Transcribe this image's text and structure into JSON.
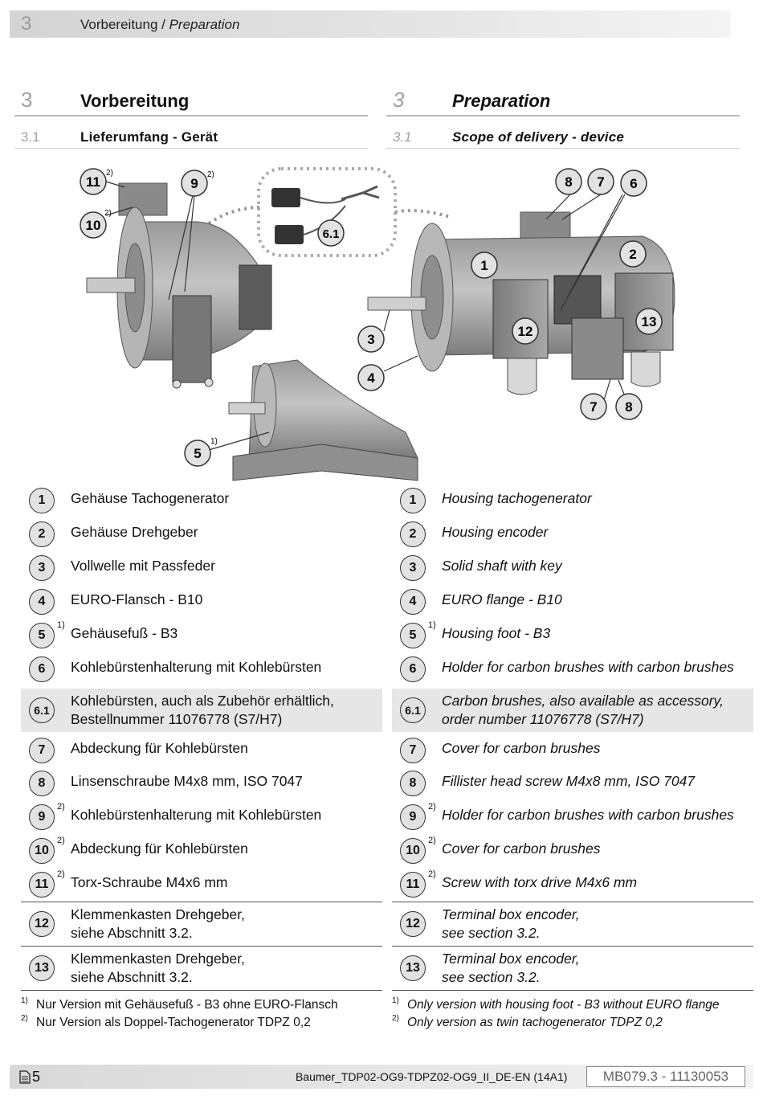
{
  "header": {
    "num": "3",
    "title_de": "Vorbereitung",
    "sep": " / ",
    "title_en": "Preparation"
  },
  "de": {
    "section_num": "3",
    "section_title": "Vorbereitung",
    "sub_num": "3.1",
    "sub_title": "Lieferumfang - Gerät",
    "items": [
      {
        "badge": "1",
        "sup": "",
        "text": "Gehäuse Tachogenerator"
      },
      {
        "badge": "2",
        "sup": "",
        "text": "Gehäuse Drehgeber"
      },
      {
        "badge": "3",
        "sup": "",
        "text": "Vollwelle mit Passfeder"
      },
      {
        "badge": "4",
        "sup": "",
        "text": "EURO-Flansch - B10"
      },
      {
        "badge": "5",
        "sup": "1)",
        "text": "Gehäusefuß - B3"
      },
      {
        "badge": "6",
        "sup": "",
        "text": "Kohlebürstenhalterung mit Kohlebürsten"
      },
      {
        "badge": "6.1",
        "sup": "",
        "text": "Kohlebürsten, auch als Zubehör erhältlich,",
        "text2": "Bestellnummer 11076778 (S7/H7)"
      },
      {
        "badge": "7",
        "sup": "",
        "text": "Abdeckung für Kohlebürsten"
      },
      {
        "badge": "8",
        "sup": "",
        "text": "Linsenschraube M4x8 mm, ISO 7047"
      },
      {
        "badge": "9",
        "sup": "2)",
        "text": "Kohlebürstenhalterung mit Kohlebürsten"
      },
      {
        "badge": "10",
        "sup": "2)",
        "text": "Abdeckung für Kohlebürsten"
      },
      {
        "badge": "11",
        "sup": "2)",
        "text": "Torx-Schraube M4x6 mm"
      },
      {
        "badge": "12",
        "sup": "",
        "text": "Klemmenkasten Drehgeber,",
        "text2": "siehe Abschnitt 3.2."
      },
      {
        "badge": "13",
        "sup": "",
        "text": "Klemmenkasten Drehgeber,",
        "text2": "siehe Abschnitt 3.2."
      }
    ],
    "notes": [
      {
        "sup": "1)",
        "text": "Nur Version mit Gehäusefuß - B3 ohne EURO-Flansch"
      },
      {
        "sup": "2)",
        "text": "Nur Version als Doppel-Tachogenerator TDPZ 0,2"
      }
    ]
  },
  "en": {
    "section_num": "3",
    "section_title": "Preparation",
    "sub_num": "3.1",
    "sub_title": "Scope of delivery - device",
    "items": [
      {
        "badge": "1",
        "sup": "",
        "text": "Housing tachogenerator"
      },
      {
        "badge": "2",
        "sup": "",
        "text": "Housing encoder"
      },
      {
        "badge": "3",
        "sup": "",
        "text": "Solid shaft with key"
      },
      {
        "badge": "4",
        "sup": "",
        "text": "EURO flange - B10"
      },
      {
        "badge": "5",
        "sup": "1)",
        "text": "Housing foot - B3"
      },
      {
        "badge": "6",
        "sup": "",
        "text": "Holder for carbon brushes with carbon brushes"
      },
      {
        "badge": "6.1",
        "sup": "",
        "text": "Carbon brushes, also available as accessory,",
        "text2": "order number 11076778 (S7/H7)"
      },
      {
        "badge": "7",
        "sup": "",
        "text": "Cover for carbon brushes"
      },
      {
        "badge": "8",
        "sup": "",
        "text": "Fillister head screw M4x8 mm, ISO 7047"
      },
      {
        "badge": "9",
        "sup": "2)",
        "text": "Holder for carbon brushes with carbon brushes"
      },
      {
        "badge": "10",
        "sup": "2)",
        "text": "Cover for carbon brushes"
      },
      {
        "badge": "11",
        "sup": "2)",
        "text": "Screw with torx drive M4x6 mm"
      },
      {
        "badge": "12",
        "sup": "",
        "text": "Terminal box encoder,",
        "text2": "see section 3.2."
      },
      {
        "badge": "13",
        "sup": "",
        "text": "Terminal box encoder,",
        "text2": "see section 3.2."
      }
    ],
    "notes": [
      {
        "sup": "1)",
        "text": "Only version with housing foot - B3 without EURO flange"
      },
      {
        "sup": "2)",
        "text": "Only version as twin tachogenerator TDPZ 0,2"
      }
    ]
  },
  "figure": {
    "callouts": {
      "c11": "11",
      "c10": "10",
      "c9": "9",
      "c61": "6.1",
      "c5": "5",
      "c8a": "8",
      "c7a": "7",
      "c6": "6",
      "c1": "1",
      "c2": "2",
      "c3": "3",
      "c4": "4",
      "c12": "12",
      "c13": "13",
      "c7b": "7",
      "c8b": "8"
    },
    "sups": {
      "s11": "2)",
      "s10": "2)",
      "s9": "2)",
      "s5": "1)"
    }
  },
  "footer": {
    "page": "5",
    "doc": "Baumer_TDP02-OG9-TDPZ02-OG9_II_DE-EN (14A1)",
    "code": "MB079.3 - 11130053"
  }
}
